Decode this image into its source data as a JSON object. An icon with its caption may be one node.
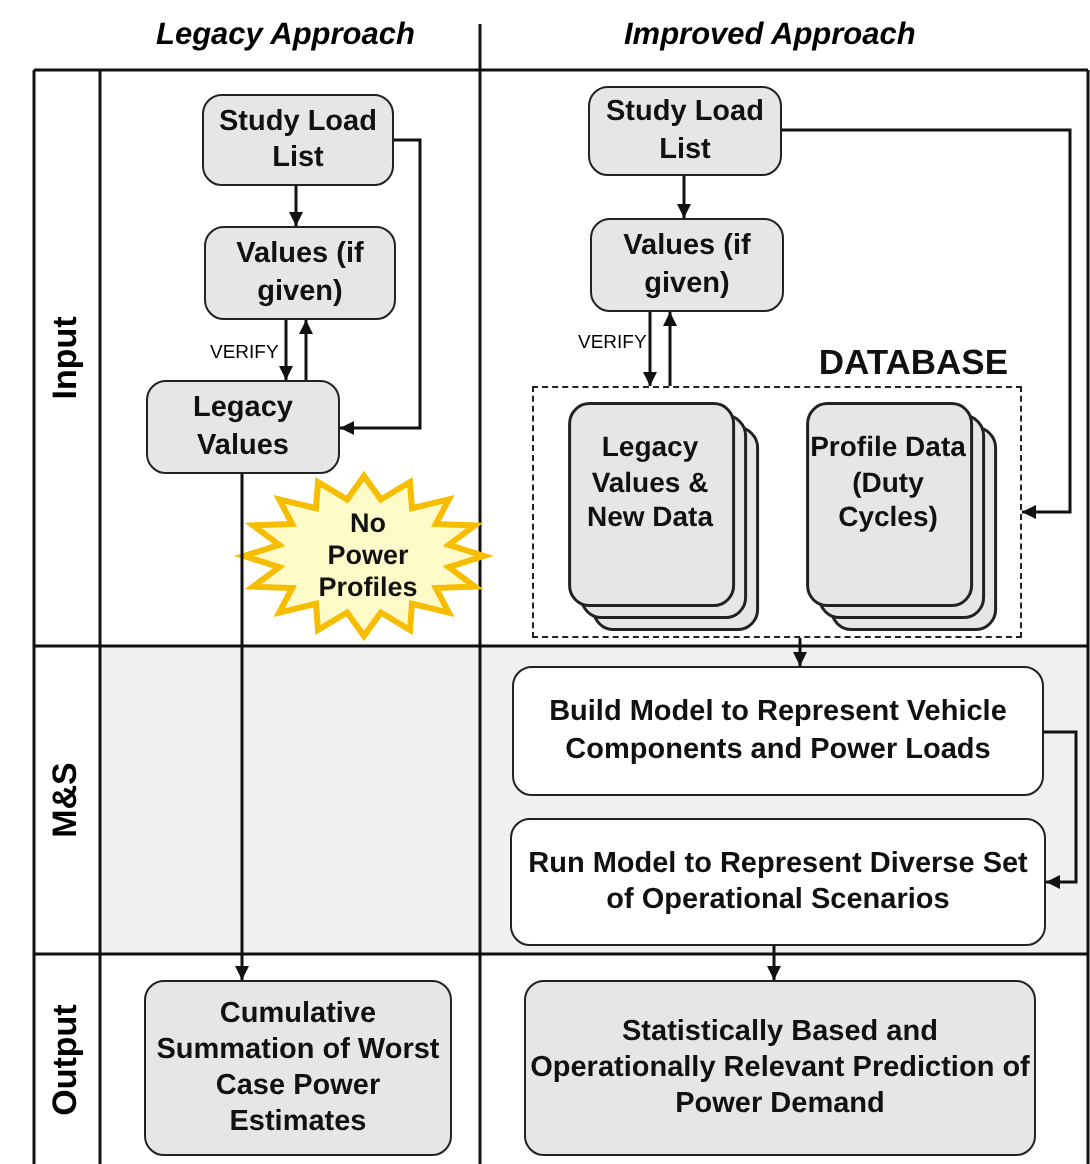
{
  "diagram": {
    "nodes": [
      {
        "text": [
          "Study Load List"
        ]
      },
      {
        "text": [
          "Values (if given)"
        ]
      },
      {
        "text": [
          "Legacy Values"
        ]
      },
      {
        "text": [
          "No Power Profiles"
        ]
      },
      {
        "text": [
          "Cumulative Summation of Worst Case Power Estimates"
        ]
      },
      {
        "text": [
          "Study Load List"
        ]
      },
      {
        "text": [
          "Values (if given)"
        ]
      },
      {
        "text": [
          "DATABASE"
        ]
      },
      {
        "text": [
          "Legacy Values & New Data"
        ],
        "in": 7
      },
      {
        "text": [
          "Profile Data (Duty Cycles)"
        ],
        "in": 7
      },
      {
        "text": [
          "Build Model to Represent Vehicle Components and Power Loads"
        ]
      },
      {
        "text": [
          "Run Model to Represent Diverse Set of Operational Scenarios"
        ]
      },
      {
        "text": [
          "Statistically Based and Operationally Relevant Prediction of Power Demand"
        ]
      }
    ],
    "edges": [
      {
        "from": 0,
        "to": 1,
        "arrow": "to"
      },
      {
        "from": 1,
        "to": 2,
        "arrow": "to",
        "label": "VERIFY"
      },
      {
        "from": 2,
        "to": 1,
        "arrow": "to"
      },
      {
        "from": 0,
        "to": 2,
        "arrow": "to"
      },
      {
        "from": 2,
        "to": 4,
        "arrow": "to"
      },
      {
        "from": 5,
        "to": 6,
        "arrow": "to"
      },
      {
        "from": 6,
        "to": 7,
        "arrow": "to",
        "label": "VERIFY"
      },
      {
        "from": 7,
        "to": 6,
        "arrow": "to"
      },
      {
        "from": 5,
        "to": 7,
        "arrow": "to"
      },
      {
        "from": 7,
        "to": 10,
        "arrow": "to"
      },
      {
        "from": 10,
        "to": 11,
        "arrow": "to"
      },
      {
        "from": 11,
        "to": 12,
        "arrow": "to"
      }
    ],
    "labels": [
      "Legacy Approach",
      "Improved Approach",
      "Input",
      "M&S",
      "Output"
    ]
  }
}
